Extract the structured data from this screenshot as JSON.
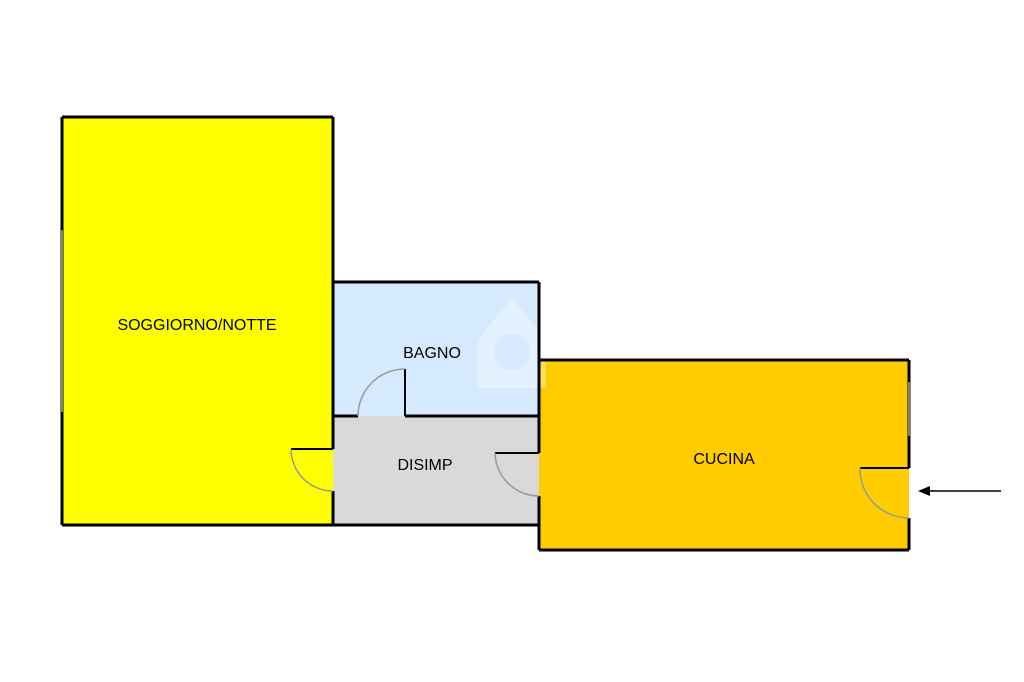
{
  "rooms": {
    "soggiorno": {
      "label": "SOGGIORNO/NOTTE",
      "color": "#FFFF00"
    },
    "bagno": {
      "label": "BAGNO",
      "color": "#D6EAFF"
    },
    "disimp": {
      "label": "DISIMP",
      "color": "#D9D9D9"
    },
    "cucina": {
      "label": "CUCINA",
      "color": "#FFCC00"
    }
  },
  "colors": {
    "wall": "#000000",
    "door_swing": "#999999",
    "background": "#FFFFFF"
  },
  "entrance_arrow_icon": "left-arrow-icon",
  "watermark_icon": "house-watermark-icon"
}
